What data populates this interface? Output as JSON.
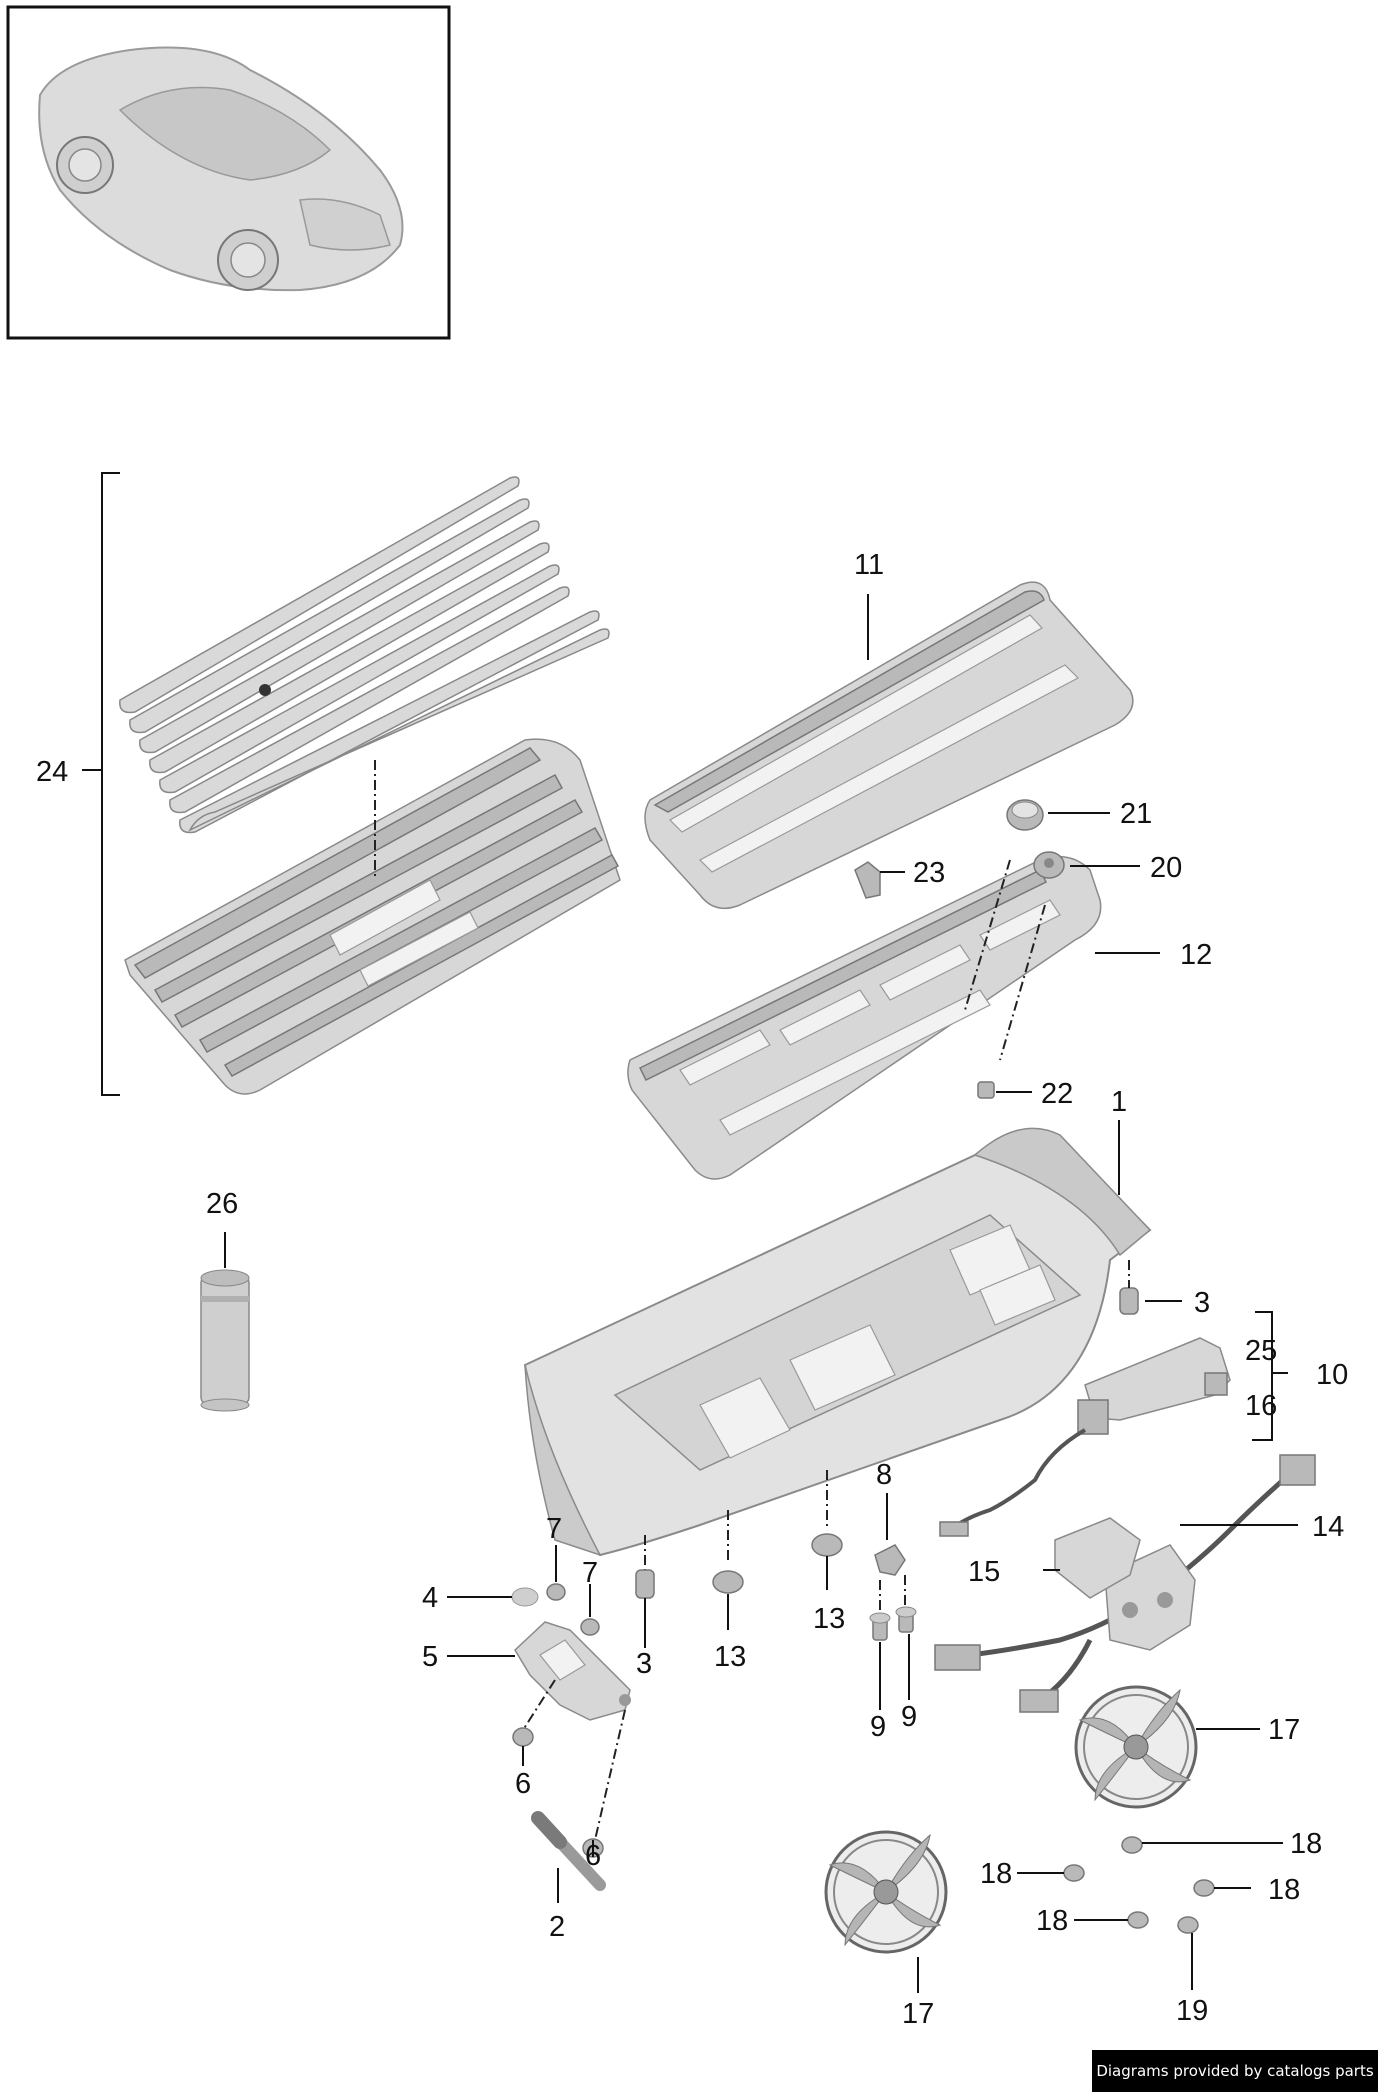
{
  "labels": {
    "p1": "1",
    "p2": "2",
    "p3a": "3",
    "p3b": "3",
    "p4": "4",
    "p5": "5",
    "p6a": "6",
    "p6b": "6",
    "p7a": "7",
    "p7b": "7",
    "p8": "8",
    "p9a": "9",
    "p9b": "9",
    "p10": "10",
    "p11": "11",
    "p12": "12",
    "p13a": "13",
    "p13b": "13",
    "p14": "14",
    "p15": "15",
    "p16": "16",
    "p17a": "17",
    "p17b": "17",
    "p18a": "18",
    "p18b": "18",
    "p18c": "18",
    "p18d": "18",
    "p19": "19",
    "p20": "20",
    "p21": "21",
    "p22": "22",
    "p23": "23",
    "p24": "24",
    "p25": "25",
    "p26": "26"
  },
  "footer": "Diagrams provided by catalogs parts"
}
